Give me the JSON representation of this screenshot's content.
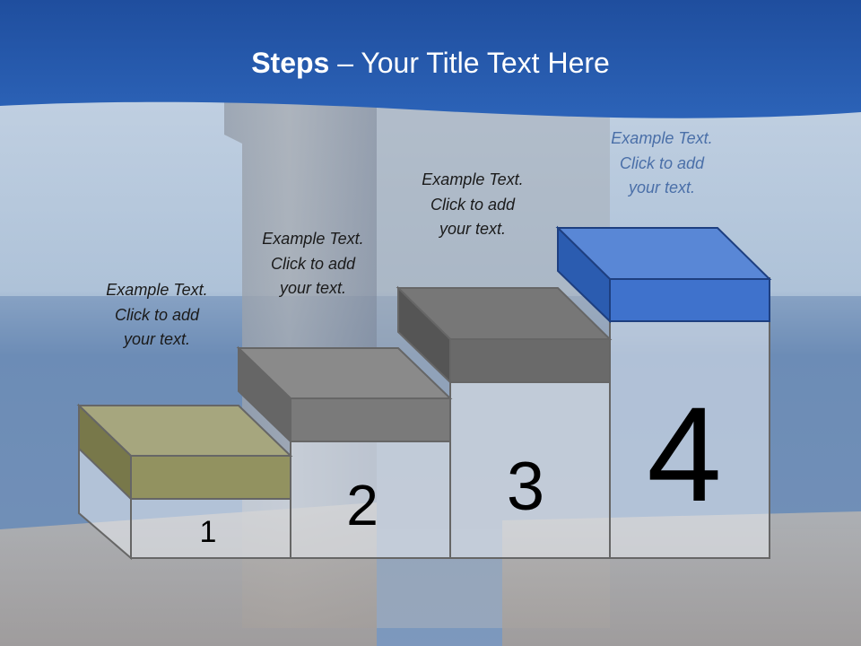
{
  "title": {
    "bold": "Steps",
    "rest": " – Your Title Text Here"
  },
  "steps": [
    {
      "number": "1",
      "lines": [
        "Example Text.",
        "Click  to add",
        "your text."
      ],
      "color": "#a8a878"
    },
    {
      "number": "2",
      "lines": [
        "Example Text.",
        "Click  to add",
        "your text."
      ],
      "color": "#8c8c8c"
    },
    {
      "number": "3",
      "lines": [
        "Example Text.",
        "Click  to add",
        "your text."
      ],
      "color": "#7a7a7a"
    },
    {
      "number": "4",
      "lines": [
        "Example Text.",
        "Click  to add",
        "your text."
      ],
      "color": "#3f6fc4"
    }
  ],
  "colors": {
    "header_band": "#2557a7",
    "sea": "#5f85b4",
    "accent_blue": "#4a6fa8"
  }
}
